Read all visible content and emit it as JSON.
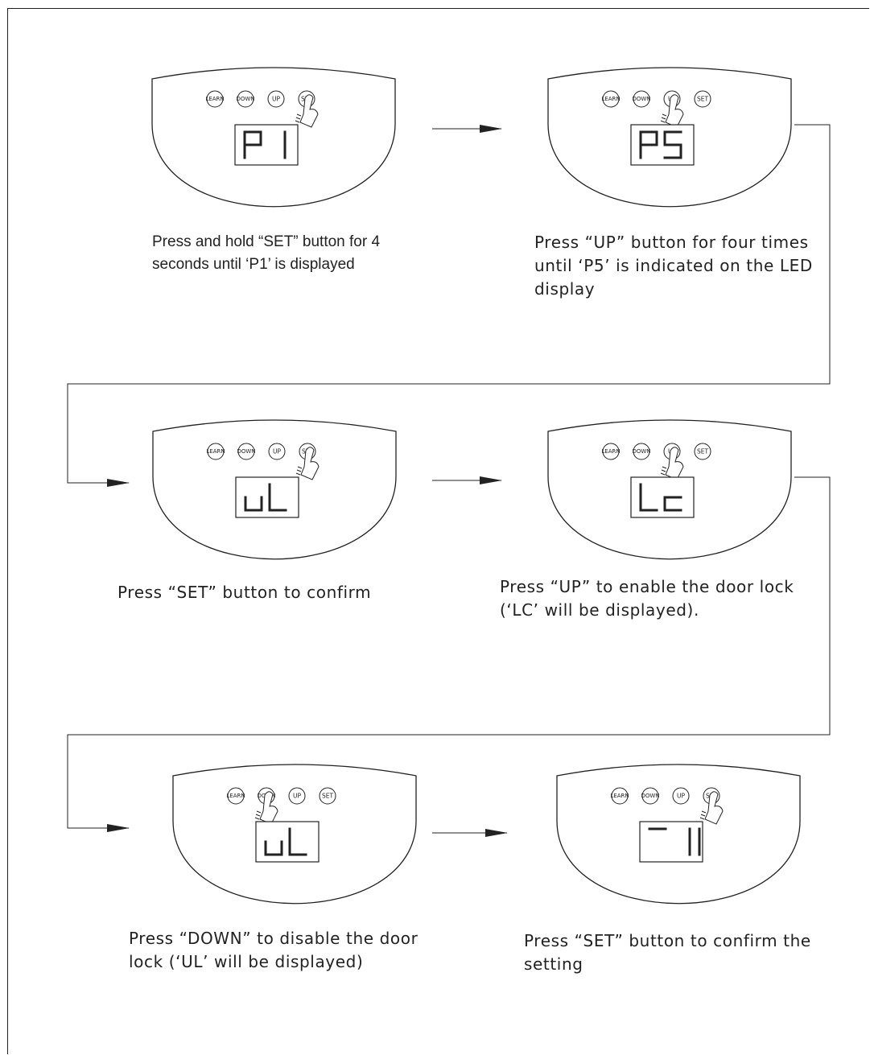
{
  "buttons": [
    "LEARN",
    "DOWN",
    "UP",
    "SET"
  ],
  "steps": [
    {
      "display": "P 1",
      "pressed": "SET",
      "caption": "Press and hold “SET” button for 4 seconds until ‘P1’ is displayed"
    },
    {
      "display": "P 5",
      "pressed": "UP",
      "caption": "Press “UP” button for four times until ‘P5’ is indicated on the LED display"
    },
    {
      "display": "u L",
      "pressed": "SET",
      "caption": "Press “SET” button to confirm"
    },
    {
      "display": "L c",
      "pressed": "UP",
      "caption": "Press “UP” to enable the door lock (‘LC’ will be displayed)."
    },
    {
      "display": "u L",
      "pressed": "DOWN",
      "caption": "Press “DOWN” to disable the door lock (‘UL’ will be displayed)"
    },
    {
      "display": "- 11",
      "pressed": "SET",
      "caption": "Press “SET” button to confirm the setting"
    }
  ]
}
